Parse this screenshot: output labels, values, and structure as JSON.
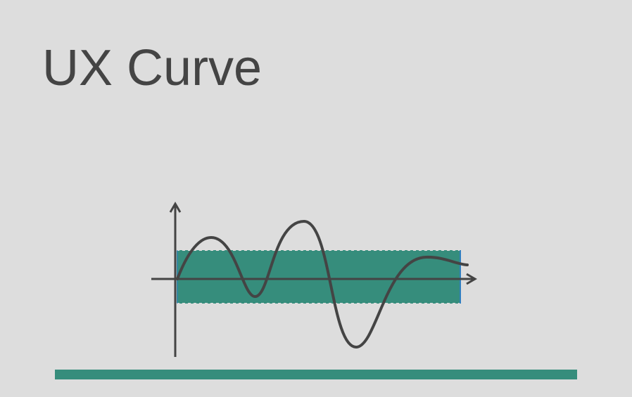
{
  "title": "UX Curve",
  "colors": {
    "background": "#dddddd",
    "band": "#368d7c",
    "band_edge": "#2f7fbf",
    "ink": "#444444",
    "bar": "#368d7c"
  },
  "diagram": {
    "axes": "x-arrow-right-y-arrow-up",
    "band": "acceptable-range-around-axis",
    "curve": "oscillating-wave-settling"
  }
}
